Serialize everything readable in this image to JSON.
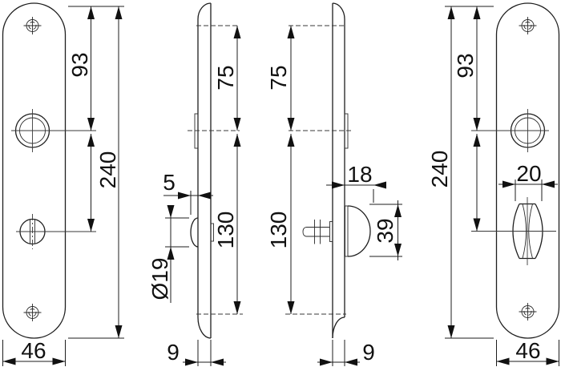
{
  "drawing": {
    "type": "technical-dimension-drawing",
    "background": "#ffffff",
    "line_color": "#1e1e1e",
    "views": {
      "left_front": {
        "dims": {
          "top_to_lever": "93",
          "length": "240",
          "width": "46"
        }
      },
      "left_side": {
        "dims": {
          "upper": "75",
          "lower": "130",
          "bump_protrusion": "5",
          "bump_diameter": "Ø19",
          "thickness": "9"
        }
      },
      "right_side": {
        "dims": {
          "upper": "75",
          "lower": "130",
          "total_protrusion": "18",
          "turn_height": "39",
          "thickness": "9"
        }
      },
      "right_front": {
        "dims": {
          "top_to_lever": "93",
          "length": "240",
          "knob_width": "20",
          "width": "46"
        }
      }
    }
  }
}
